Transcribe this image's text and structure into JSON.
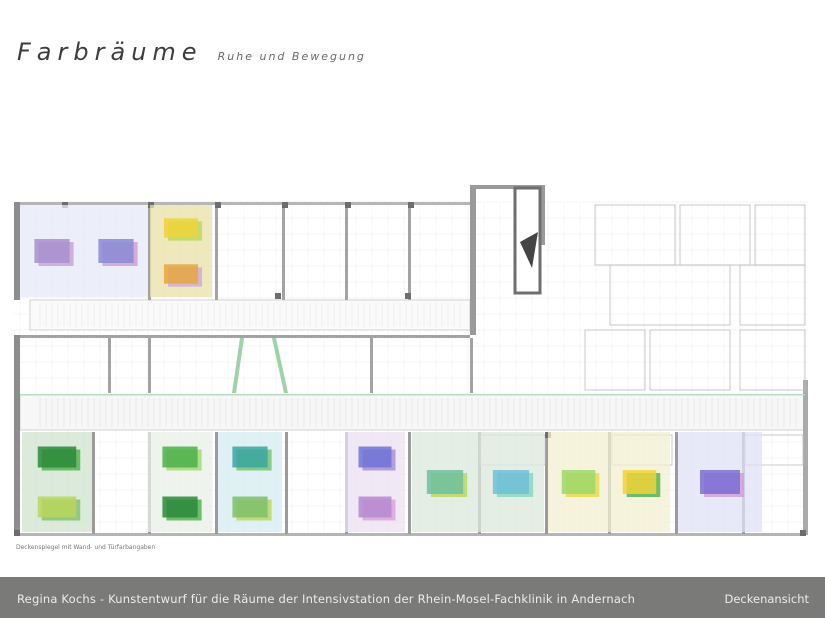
{
  "header": {
    "title": "Farbräume",
    "subtitle": "Ruhe und Bewegung"
  },
  "plan": {
    "caption": "Deckenspiegel mit Wand- und Türfarbangaben",
    "room_tint_colors": [
      "#e6eaf7",
      "#eae0a6",
      "#cfe3cf",
      "#e9efe8",
      "#d6ecf3",
      "#ece0f2",
      "#dce8dc",
      "#f1efcf",
      "#e0e2f5"
    ],
    "rooms_top": [
      {
        "tint": "#e6eaf7",
        "panels": [
          [
            "#a88fcf",
            "#c7a0d6"
          ],
          [
            "#8a89d6",
            "#d19ad0"
          ]
        ]
      },
      {
        "tint": "#eae0a6",
        "panels": [
          [
            "#f0d23a",
            "#b6d95a"
          ],
          [
            "#e8a640",
            "#d0a6d8"
          ]
        ]
      }
    ],
    "rooms_bottom": [
      {
        "tint": "#cfe3cf",
        "panels": [
          [
            "#2a8a3a",
            "#4cb04a"
          ],
          [
            "#b9d65a",
            "#7ec06a"
          ]
        ]
      },
      {
        "tint": "#e9efe8",
        "panels": [
          [
            "#4cb04a",
            "#9ed86a"
          ],
          [
            "#2a8a3a",
            "#4cb04a"
          ]
        ]
      },
      {
        "tint": "#d6ecf3",
        "panels": [
          [
            "#39a6a0",
            "#6fc06a"
          ],
          [
            "#7ec06a",
            "#b9d65a"
          ]
        ]
      },
      {
        "tint": "#ece0f2",
        "panels": [
          [
            "#6f74d6",
            "#a68ad6"
          ],
          [
            "#b58ad0",
            "#d9a0d8"
          ]
        ]
      },
      {
        "tint": "#dce8dc",
        "panels": [
          [
            "#6fc0a0",
            "#b9d65a"
          ],
          [
            "#6fc0d8",
            "#8ad6c0"
          ]
        ]
      },
      {
        "tint": "#f1efcf",
        "panels": [
          [
            "#9ed86a",
            "#e6d84a"
          ],
          [
            "#f0d23a",
            "#4cb04a"
          ]
        ]
      },
      {
        "tint": "#e0e2f5",
        "panels": [
          [
            "#7a6fd6",
            "#d09ad8"
          ]
        ]
      }
    ]
  },
  "footer": {
    "project": "Regina Kochs - Kunstentwurf für die Räume der Intensivstation der Rhein-Mosel-Fachklinik in Andernach",
    "view": "Deckenansicht"
  }
}
